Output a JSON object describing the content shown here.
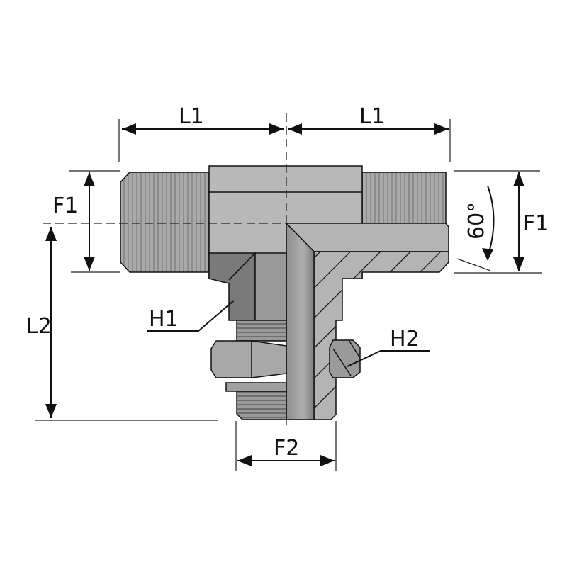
{
  "diagram": {
    "labels": {
      "l1_left": "L1",
      "l1_right": "L1",
      "f1_left": "F1",
      "f1_right": "F1",
      "l2": "L2",
      "f2": "F2",
      "h1": "H1",
      "h2": "H2",
      "angle": "60°"
    },
    "colors": {
      "body": "#b8b8b8",
      "dark": "#7a7a7a",
      "bore": "#9c9c9c",
      "line": "#111111"
    }
  }
}
